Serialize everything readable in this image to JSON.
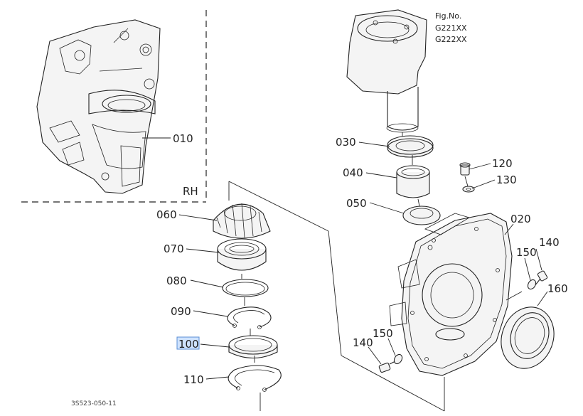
{
  "figure": {
    "fig_no_label": "Fig.No.",
    "fig_numbers": [
      "G221XX",
      "G222XX"
    ],
    "side_label": "RH",
    "drawing_code": "3S523-050-11",
    "highlight_color": "#cfe3ff"
  },
  "callouts": [
    {
      "ref": "010",
      "part": "housing-rh"
    },
    {
      "ref": "020",
      "part": "case"
    },
    {
      "ref": "030",
      "part": "oil-seal"
    },
    {
      "ref": "040",
      "part": "bushing"
    },
    {
      "ref": "050",
      "part": "bearing-ring"
    },
    {
      "ref": "060",
      "part": "bevel-gear"
    },
    {
      "ref": "070",
      "part": "ball-bearing"
    },
    {
      "ref": "080",
      "part": "snap-ring"
    },
    {
      "ref": "090",
      "part": "circlip"
    },
    {
      "ref": "100",
      "part": "collar",
      "highlighted": true
    },
    {
      "ref": "110",
      "part": "circlip-lower"
    },
    {
      "ref": "120",
      "part": "plug"
    },
    {
      "ref": "130",
      "part": "washer"
    },
    {
      "ref": "140",
      "part": "bolt-right"
    },
    {
      "ref": "150",
      "part": "washer-right"
    },
    {
      "ref": "160",
      "part": "large-seal"
    },
    {
      "ref": "140",
      "part": "bolt-left"
    },
    {
      "ref": "150",
      "part": "washer-left"
    }
  ]
}
